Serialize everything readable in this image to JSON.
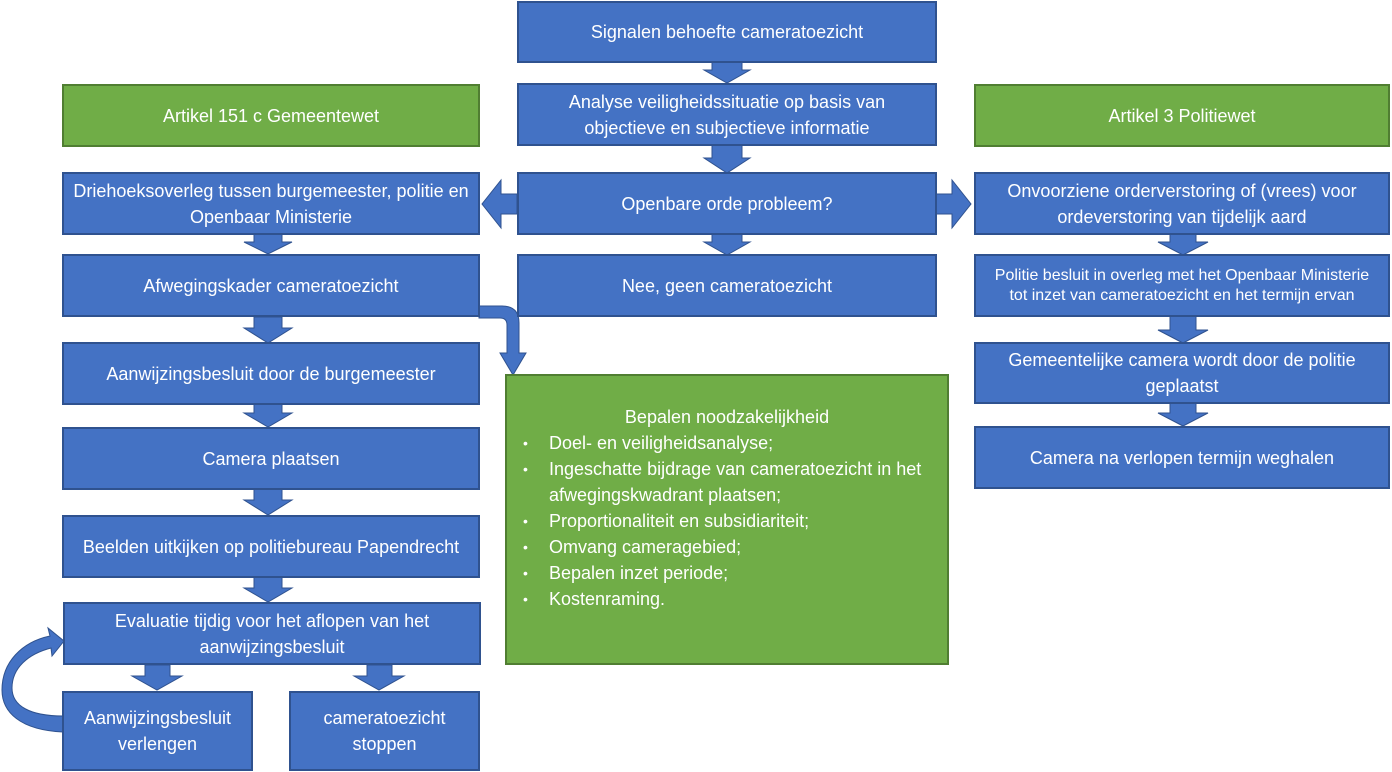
{
  "colors": {
    "blue": "#4472c4",
    "blue_border": "#2f528f",
    "green": "#70ad47",
    "green_border": "#507e32"
  },
  "center": {
    "signalen": "Signalen behoefte cameratoezicht",
    "analyse": "Analyse veiligheidssituatie op basis van objectieve en subjectieve informatie",
    "openbare_orde": "Openbare orde probleem?",
    "nee": "Nee, geen cameratoezicht"
  },
  "left": {
    "header": "Artikel 151 c Gemeentewet",
    "driehoek": "Driehoeksoverleg tussen burgemeester, politie en Openbaar Ministerie",
    "afweging": "Afwegingskader cameratoezicht",
    "aanwijzing": "Aanwijzingsbesluit door de burgemeester",
    "plaatsen": "Camera plaatsen",
    "beelden": "Beelden uitkijken op politiebureau Papendrecht",
    "evaluatie": "Evaluatie tijdig voor het aflopen van het aanwijzingsbesluit",
    "verlengen": "Aanwijzingsbesluit verlengen",
    "stoppen": "cameratoezicht stoppen"
  },
  "right": {
    "header": "Artikel 3 Politiewet",
    "onvoorziene": "Onvoorziene orderverstoring of (vrees) voor ordeverstoring van tijdelijk aard",
    "politie_besluit": "Politie besluit in overleg met het Openbaar Ministerie tot inzet van cameratoezicht en het termijn ervan",
    "gemeentelijke": "Gemeentelijke camera wordt door de politie geplaatst",
    "weghalen": "Camera na verlopen termijn weghalen"
  },
  "noodzakelijkheid": {
    "title": "Bepalen noodzakelijkheid",
    "items": [
      "Doel- en veiligheidsanalyse;",
      "Ingeschatte bijdrage van cameratoezicht in het afwegingskwadrant plaatsen;",
      "Proportionaliteit en subsidiariteit;",
      "Omvang cameragebied;",
      "Bepalen inzet periode;",
      "Kostenraming."
    ]
  }
}
